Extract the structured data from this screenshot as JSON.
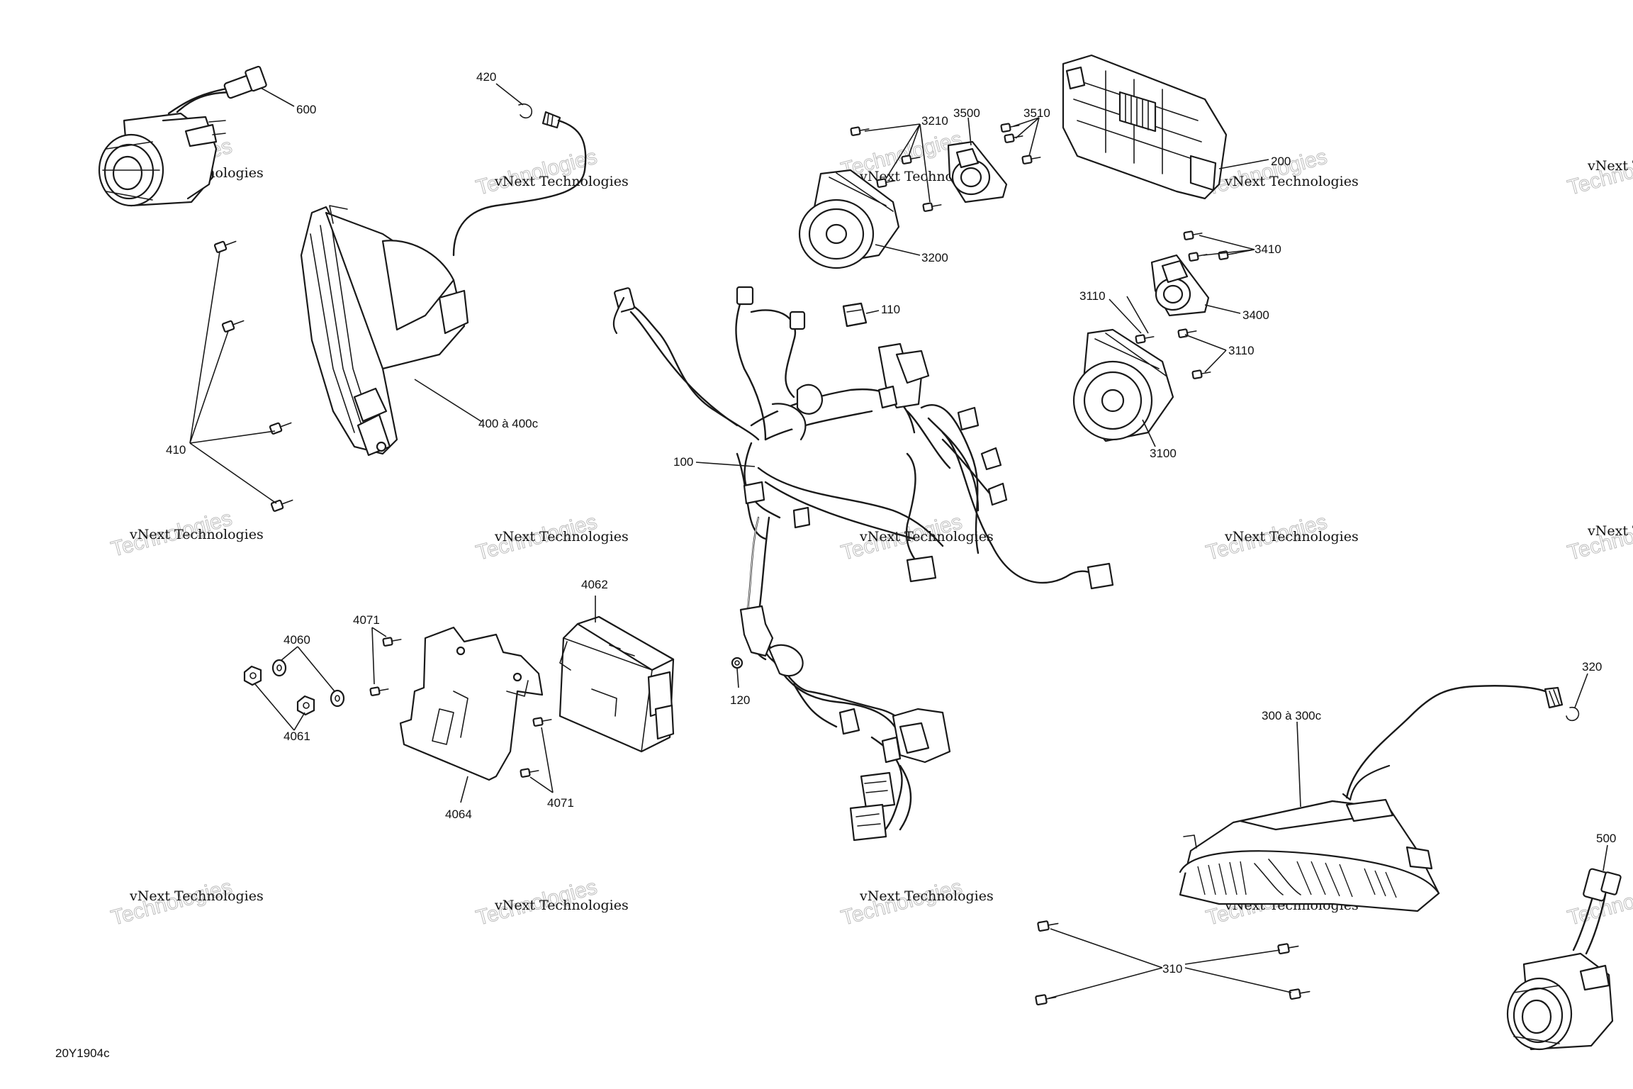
{
  "drawing_id": "20Y1904c",
  "watermark": {
    "line1": "vNext Technologies",
    "line2": "Technologies"
  },
  "callouts": {
    "c100": "100",
    "c110": "110",
    "c120": "120",
    "c200": "200",
    "c300": "300 à 300c",
    "c310": "310",
    "c320": "320",
    "c400": "400 à 400c",
    "c410": "410",
    "c420": "420",
    "c500": "500",
    "c600": "600",
    "c3100": "3100",
    "c3110a": "3110",
    "c3110b": "3110",
    "c3200": "3200",
    "c3210": "3210",
    "c3400": "3400",
    "c3410": "3410",
    "c3500": "3500",
    "c3510": "3510",
    "c4060": "4060",
    "c4061": "4061",
    "c4062": "4062",
    "c4064": "4064",
    "c4071a": "4071",
    "c4071b": "4071"
  }
}
